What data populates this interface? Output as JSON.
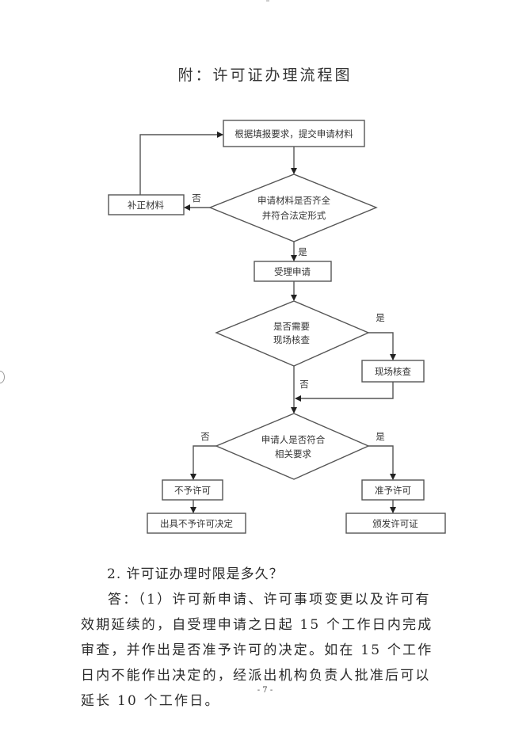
{
  "document": {
    "title": "附：许可证办理流程图",
    "page_number": "- 7 -"
  },
  "flowchart": {
    "nodes": {
      "submit": "根据填报要求，提交申请材料",
      "check_materials_line1": "申请材料是否齐全",
      "check_materials_line2": "并符合法定形式",
      "supplement": "补正材料",
      "accept": "受理申请",
      "need_inspection_line1": "是否需要",
      "need_inspection_line2": "现场核查",
      "inspection": "现场核查",
      "meets_req_line1": "申请人是否符合",
      "meets_req_line2": "相关要求",
      "deny": "不予许可",
      "deny_decision": "出具不予许可决定",
      "approve": "准予许可",
      "issue_license": "颁发许可证"
    },
    "edge_labels": {
      "materials_no": "否",
      "materials_yes": "是",
      "inspection_yes": "是",
      "inspection_no": "否",
      "meets_no": "否",
      "meets_yes": "是"
    }
  },
  "body": {
    "question": "2. 许可证办理时限是多久？",
    "answer": "答：（1）许可新申请、许可事项变更以及许可有效期延续的，自受理申请之日起 15 个工作日内完成审查，并作出是否准予许可的决定。如在 15 个工作日内不能作出决定的，经派出机构负责人批准后可以延长 10 个工作日。"
  }
}
